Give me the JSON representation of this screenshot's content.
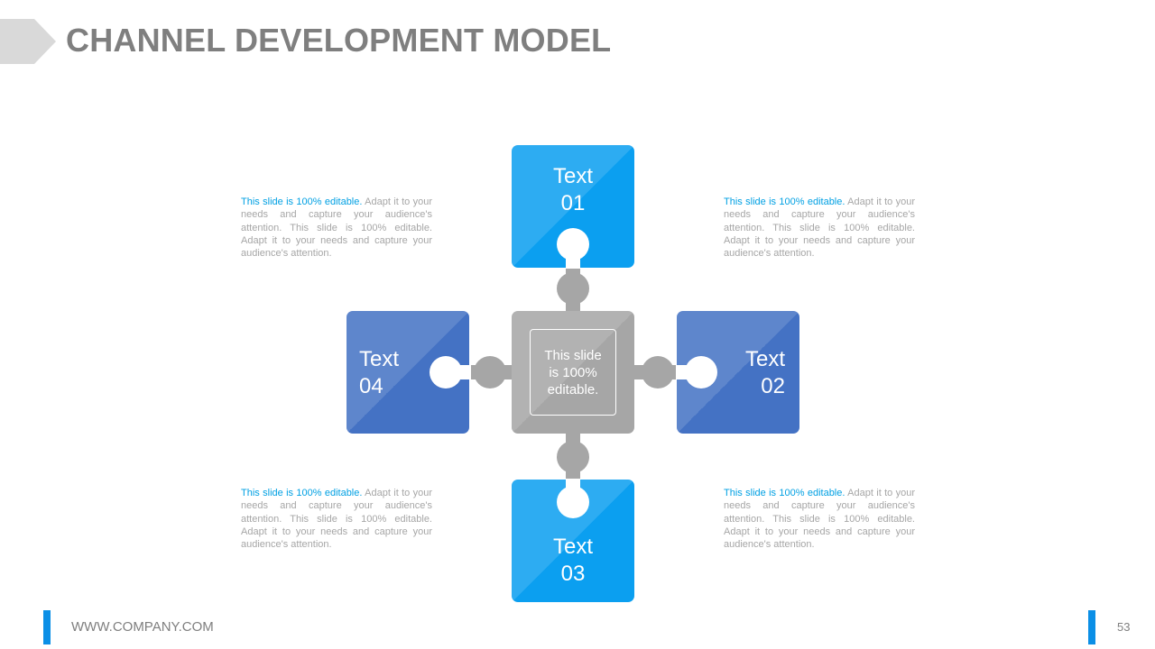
{
  "title": "CHANNEL DEVELOPMENT MODEL",
  "center": {
    "text": "This slide is 100% editable."
  },
  "pieces": [
    {
      "id": "01",
      "word": "Text",
      "num": "01"
    },
    {
      "id": "02",
      "word": "Text",
      "num": "02"
    },
    {
      "id": "03",
      "word": "Text",
      "num": "03"
    },
    {
      "id": "04",
      "word": "Text",
      "num": "04"
    }
  ],
  "descriptions": {
    "highlight": "This slide is 100% editable.",
    "body": " Adapt it to your needs and capture your audience's attention. This slide is 100% editable. Adapt it to your needs and capture your audience's attention."
  },
  "footer": {
    "url": "WWW.COMPANY.COM",
    "page_number": "53"
  },
  "colors": {
    "light_blue": "#0b9ff0",
    "dark_blue": "#4472c4",
    "gray": "#a6a6a6",
    "title": "#7f7f7f"
  }
}
